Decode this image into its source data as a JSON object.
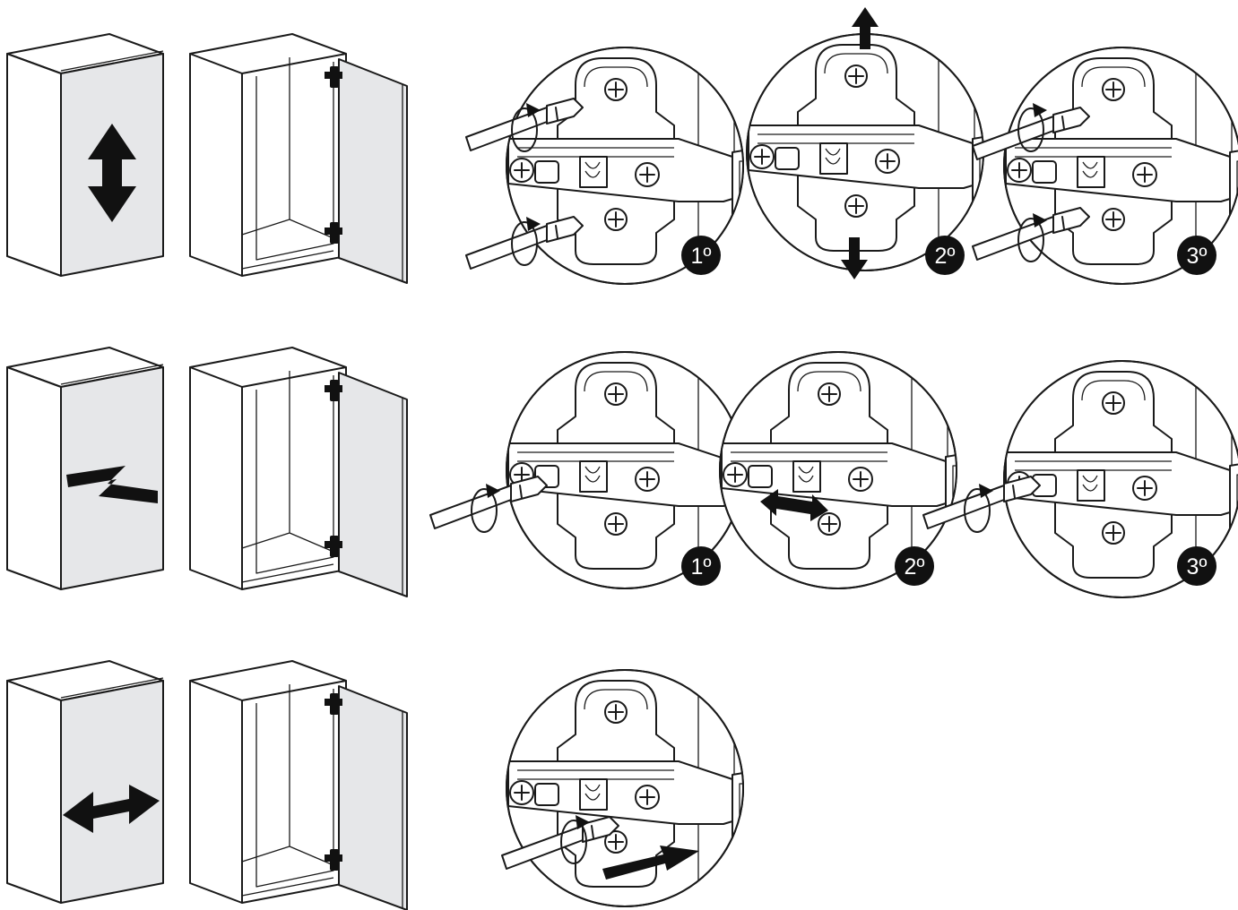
{
  "rows": [
    {
      "name": "vertical-adjustment",
      "adjustment_direction": "vertical",
      "steps": [
        {
          "label": "1º",
          "action": "loosen-screws"
        },
        {
          "label": "2º",
          "action": "move-up-down"
        },
        {
          "label": "3º",
          "action": "tighten-screws"
        }
      ]
    },
    {
      "name": "depth-adjustment",
      "adjustment_direction": "depth",
      "steps": [
        {
          "label": "1º",
          "action": "loosen-screw"
        },
        {
          "label": "2º",
          "action": "move-in-out"
        },
        {
          "label": "3º",
          "action": "tighten-screw"
        }
      ]
    },
    {
      "name": "lateral-adjustment",
      "adjustment_direction": "horizontal",
      "steps": [
        {
          "label": "",
          "action": "turn-adjustment-screw"
        }
      ]
    }
  ],
  "colors": {
    "line": "#1a1a1a",
    "door_fill": "#e6e7e9",
    "badge_fill": "#111111",
    "badge_text": "#ffffff"
  }
}
